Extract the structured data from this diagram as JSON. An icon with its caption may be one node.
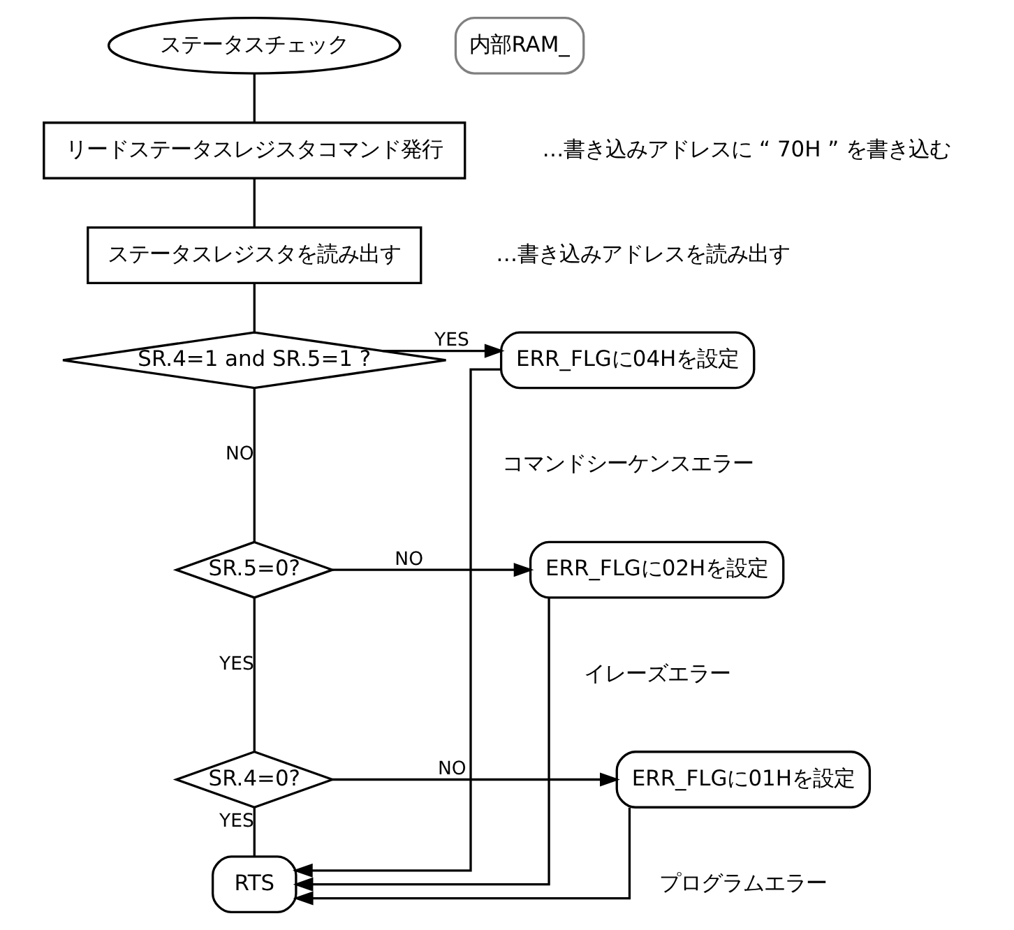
{
  "diagram": {
    "nodes": [
      {
        "text": [
          "ステータスチェック"
        ]
      },
      {
        "text": [
          "リードステータスレジスタコマンド発行"
        ],
        "beside": [
          "…書き込みアドレスに “ 70H ” を書き込む"
        ]
      },
      {
        "text": [
          "ステータスレジスタを読み出す"
        ],
        "beside": [
          "…書き込みアドレスを読み出す"
        ]
      },
      {
        "text": [
          "SR.4=1 and SR.5=1 ?"
        ]
      },
      {
        "text": [
          "ERR_FLGに04Hを設定"
        ],
        "beside": [
          "コマンドシーケンスエラー"
        ]
      },
      {
        "text": [
          "SR.5=0?"
        ]
      },
      {
        "text": [
          "ERR_FLGに02Hを設定"
        ],
        "beside": [
          "イレーズエラー"
        ]
      },
      {
        "text": [
          "SR.4=0?"
        ]
      },
      {
        "text": [
          "ERR_FLGに01Hを設定"
        ],
        "beside": [
          "プログラムエラー"
        ]
      },
      {
        "text": [
          "RTS"
        ]
      },
      {
        "text": [
          "内部RAM_"
        ]
      }
    ],
    "edges": [
      {
        "from": 0,
        "to": 1,
        "arrow": "none"
      },
      {
        "from": 1,
        "to": 2,
        "arrow": "none"
      },
      {
        "from": 2,
        "to": 3,
        "arrow": "none"
      },
      {
        "from": 3,
        "to": 4,
        "arrow": "to",
        "label": "YES"
      },
      {
        "from": 3,
        "to": 5,
        "arrow": "none",
        "label": "NO"
      },
      {
        "from": 5,
        "to": 6,
        "arrow": "to",
        "label": "NO"
      },
      {
        "from": 5,
        "to": 7,
        "arrow": "none",
        "label": "YES"
      },
      {
        "from": 7,
        "to": 8,
        "arrow": "to",
        "label": "NO"
      },
      {
        "from": 7,
        "to": 9,
        "arrow": "none",
        "label": "YES"
      },
      {
        "from": 4,
        "to": 9,
        "arrow": "to"
      },
      {
        "from": 6,
        "to": 9,
        "arrow": "to"
      },
      {
        "from": 8,
        "to": 9,
        "arrow": "to"
      }
    ]
  }
}
